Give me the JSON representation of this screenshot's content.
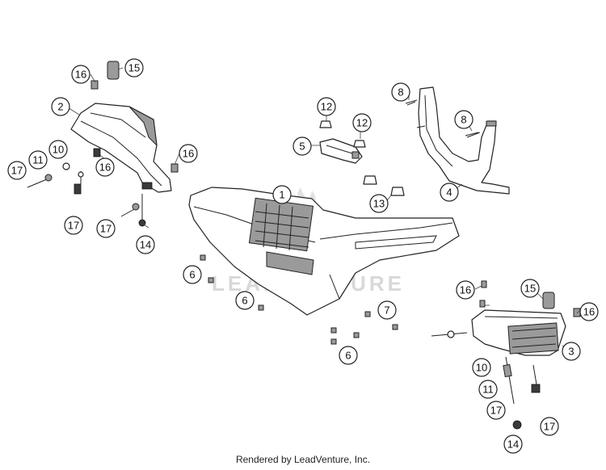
{
  "credit": "Rendered by LeadVenture, Inc.",
  "watermark": "LEADVENTURE",
  "callouts": {
    "c1": "1",
    "c2": "2",
    "c3": "3",
    "c4": "4",
    "c5": "5",
    "c6a": "6",
    "c6b": "6",
    "c6c": "6",
    "c7": "7",
    "c8a": "8",
    "c8b": "8",
    "c10a": "10",
    "c10b": "10",
    "c11a": "11",
    "c11b": "11",
    "c12a": "12",
    "c12b": "12",
    "c13": "13",
    "c14a": "14",
    "c14b": "14",
    "c15a": "15",
    "c15b": "15",
    "c16a": "16",
    "c16b": "16",
    "c16c": "16",
    "c16d": "16",
    "c16e": "16",
    "c17a": "17",
    "c17b": "17",
    "c17c": "17",
    "c17d": "17",
    "c17e": "17"
  }
}
